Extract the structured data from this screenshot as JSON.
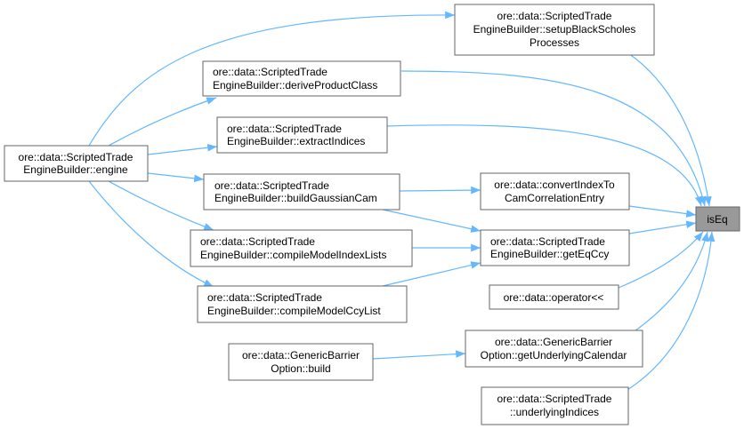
{
  "diagram": {
    "type": "caller-graph",
    "target": {
      "label": "isEq"
    },
    "nodes": {
      "setupBlackScholes": [
        "ore::data::ScriptedTrade",
        "EngineBuilder::setupBlackScholes",
        "Processes"
      ],
      "deriveProductClass": [
        "ore::data::ScriptedTrade",
        "EngineBuilder::deriveProductClass"
      ],
      "extractIndices": [
        "ore::data::ScriptedTrade",
        "EngineBuilder::extractIndices"
      ],
      "engine": [
        "ore::data::ScriptedTrade",
        "EngineBuilder::engine"
      ],
      "convertIndexTo": [
        "ore::data::convertIndexTo",
        "CamCorrelationEntry"
      ],
      "buildGaussianCam": [
        "ore::data::ScriptedTrade",
        "EngineBuilder::buildGaussianCam"
      ],
      "getEqCcy": [
        "ore::data::ScriptedTrade",
        "EngineBuilder::getEqCcy"
      ],
      "compileModelIndexLists": [
        "ore::data::ScriptedTrade",
        "EngineBuilder::compileModelIndexLists"
      ],
      "compileModelCcyList": [
        "ore::data::ScriptedTrade",
        "EngineBuilder::compileModelCcyList"
      ],
      "operatorShift": [
        "ore::data::operator<<"
      ],
      "genericBarrierBuild": [
        "ore::data::GenericBarrier",
        "Option::build"
      ],
      "getUnderlyingCalendar": [
        "ore::data::GenericBarrier",
        "Option::getUnderlyingCalendar"
      ],
      "underlyingIndices": [
        "ore::data::ScriptedTrade",
        "::underlyingIndices"
      ]
    },
    "edges": [
      [
        "setupBlackScholes",
        "isEq"
      ],
      [
        "deriveProductClass",
        "isEq"
      ],
      [
        "extractIndices",
        "isEq"
      ],
      [
        "convertIndexTo",
        "isEq"
      ],
      [
        "getEqCcy",
        "isEq"
      ],
      [
        "operatorShift",
        "isEq"
      ],
      [
        "getUnderlyingCalendar",
        "isEq"
      ],
      [
        "underlyingIndices",
        "isEq"
      ],
      [
        "engine",
        "setupBlackScholes"
      ],
      [
        "engine",
        "deriveProductClass"
      ],
      [
        "engine",
        "extractIndices"
      ],
      [
        "engine",
        "buildGaussianCam"
      ],
      [
        "engine",
        "compileModelIndexLists"
      ],
      [
        "engine",
        "compileModelCcyList"
      ],
      [
        "buildGaussianCam",
        "convertIndexTo"
      ],
      [
        "buildGaussianCam",
        "getEqCcy"
      ],
      [
        "compileModelIndexLists",
        "getEqCcy"
      ],
      [
        "compileModelCcyList",
        "getEqCcy"
      ],
      [
        "genericBarrierBuild",
        "getUnderlyingCalendar"
      ]
    ],
    "edge_color": "#63b8ff"
  }
}
